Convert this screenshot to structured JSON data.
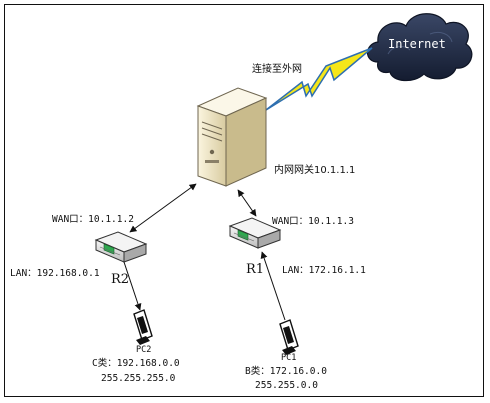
{
  "cloud": {
    "label": "Internet"
  },
  "internet_link": {
    "label": "连接至外网"
  },
  "gateway": {
    "label": "内网网关10.1.1.1"
  },
  "r2": {
    "name": "R2",
    "wan": "WAN口：10.1.1.2",
    "lan": "LAN：192.168.0.1"
  },
  "r1": {
    "name": "R1",
    "wan": "WAN口：10.1.1.3",
    "lan": "LAN：172.16.1.1"
  },
  "pc2": {
    "name": "PC2",
    "subnet": "C类：192.168.0.0",
    "mask": "255.255.255.0"
  },
  "pc1": {
    "name": "PC1",
    "subnet": "B类：172.16.0.0",
    "mask": "255.255.0.0"
  },
  "colors": {
    "cloud": "#1f2a44",
    "lightning": "#f5e61a",
    "lightning_edge": "#2e6fb0",
    "server_body": "#f1e8c8",
    "router_body": "#e8e8e8",
    "router_accent": "#2fa84f"
  }
}
